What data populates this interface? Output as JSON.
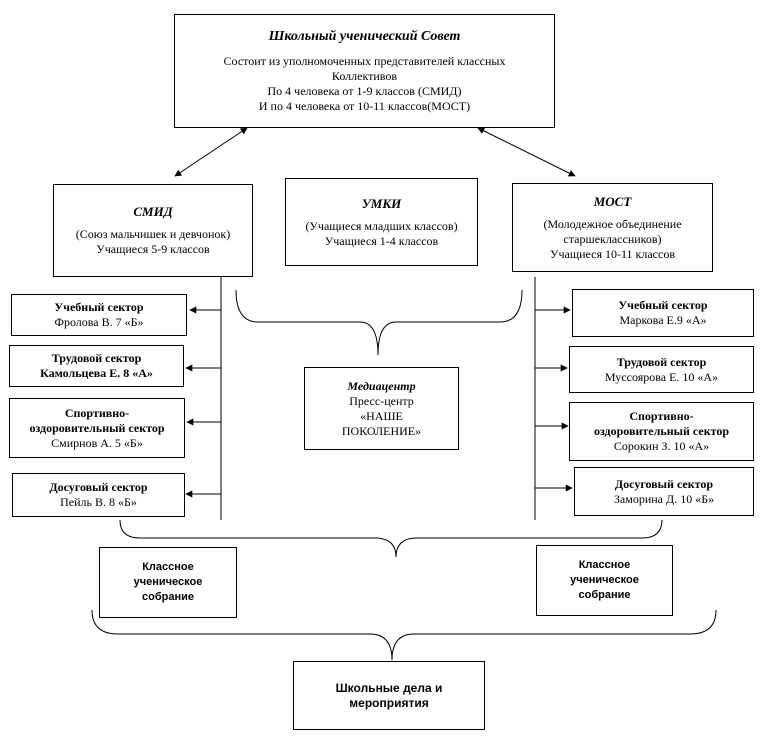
{
  "council": {
    "title": "Школьный ученический Совет",
    "line1": "Состоит из уполномоченных представителей классных",
    "line2": "Коллективов",
    "line3": "По 4 человека от 1-9 классов (СМИД)",
    "line4": "И по 4 человека от 10-11 классов(МОСТ)"
  },
  "smid": {
    "title": "СМИД",
    "line1": "(Союз мальчишек и девчонок)",
    "line2": "Учащиеся 5-9 классов"
  },
  "umki": {
    "title": "УМКИ",
    "line1": "(Учащиеся младших классов)",
    "line2": "Учащиеся 1-4 классов"
  },
  "most": {
    "title": "МОСТ",
    "line1": "(Молодежное объединение",
    "line2": "старшеклассников)",
    "line3": "Учащиеся 10-11 классов"
  },
  "left_sectors": [
    {
      "name": "Учебный сектор",
      "person": "Фролова В. 7 «Б»"
    },
    {
      "name": "Трудовой сектор",
      "person": "Камольцева Е. 8 «А»"
    },
    {
      "name1": "Спортивно-",
      "name2": "оздоровительный сектор",
      "person": "Смирнов А. 5 «Б»"
    },
    {
      "name": "Досуговый сектор",
      "person": "Пейль В. 8 «Б»"
    }
  ],
  "right_sectors": [
    {
      "name": "Учебный сектор",
      "person": "Маркова Е.9 «А»"
    },
    {
      "name": "Трудовой сектор",
      "person": "Муссоярова Е. 10 «А»"
    },
    {
      "name1": "Спортивно-",
      "name2": "оздоровительный сектор",
      "person": "Сорокин З. 10 «А»"
    },
    {
      "name": "Досуговый сектор",
      "person": "Заморина Д. 10 «Б»"
    }
  ],
  "media": {
    "title": "Медиацентр",
    "line1": "Пресс-центр",
    "line2": "«НАШЕ",
    "line3": "ПОКОЛЕНИЕ»"
  },
  "class_meeting_left": {
    "line1": "Классное",
    "line2": "ученическое",
    "line3": "собрание"
  },
  "class_meeting_right": {
    "line1": "Классное",
    "line2": "ученическое",
    "line3": "собрание"
  },
  "school_affairs": {
    "line1": "Школьные дела и",
    "line2": "мероприятия"
  }
}
